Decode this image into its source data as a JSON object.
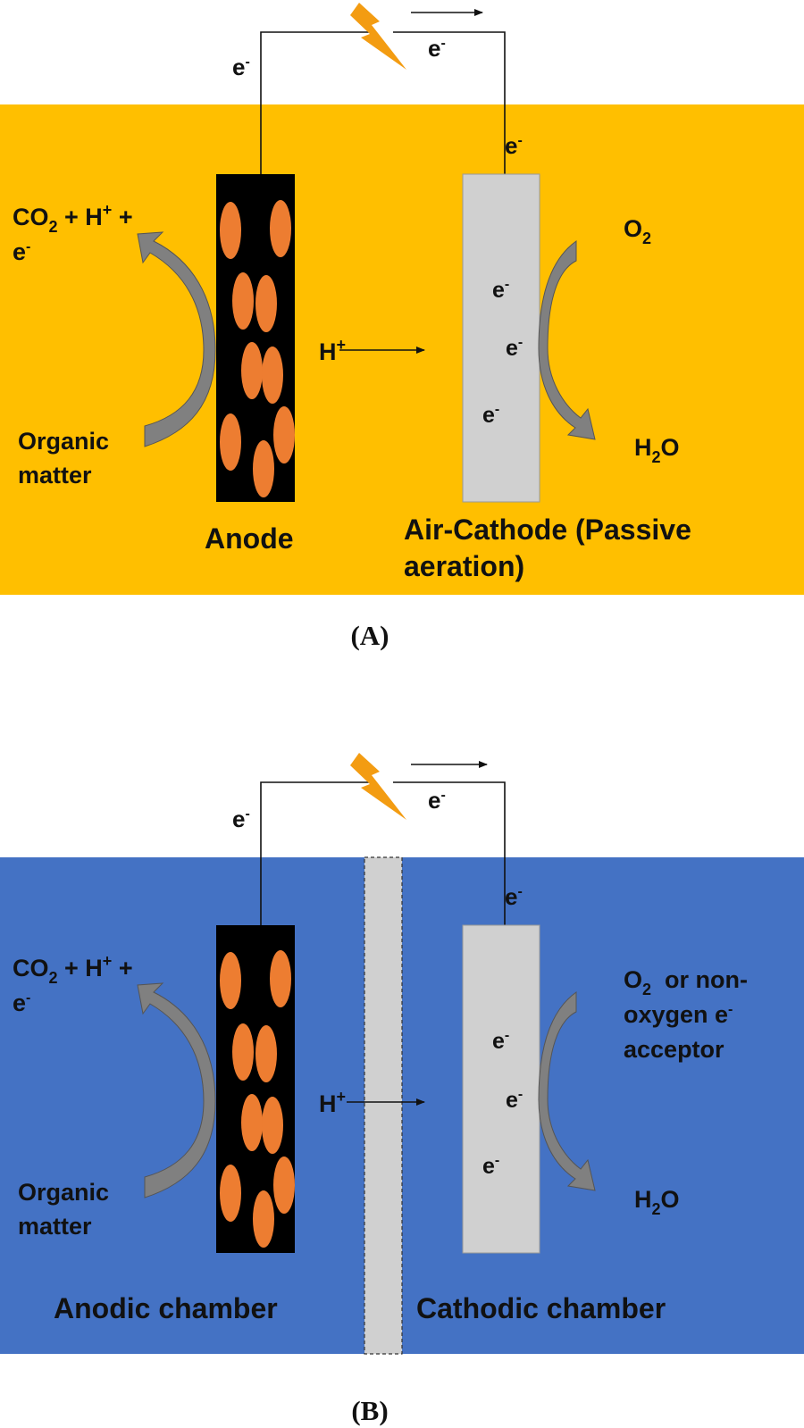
{
  "colors": {
    "panel_a_bg": "#FFBF00",
    "panel_b_bg": "#4472C4",
    "electrode_anode": "#000000",
    "electrode_cathode": "#D0D0D0",
    "bacteria": "#ED7D31",
    "arrow_fill": "#808080",
    "bolt": "#F39C12"
  },
  "icons": {
    "power": "lightning-bolt-icon",
    "bacteria": "ellipse-shape"
  },
  "panel_a": {
    "caption": "(A)",
    "electron_top_left": "e",
    "electron_top_mid": "e",
    "electron_cathode_wire": "e",
    "electron_superscript": "-",
    "products_line1_co2": "CO",
    "products_line1_sub": "2",
    "products_line1_rest": " + H",
    "products_line1_sup": "+",
    "products_line1_end": " +",
    "products_line2": "e",
    "organic_line1": "Organic",
    "organic_line2": "matter",
    "proton": "H",
    "proton_sup": "+",
    "cathode_e1": "e",
    "cathode_e2": "e",
    "cathode_e3": "e",
    "oxygen": "O",
    "oxygen_sub": "2",
    "water_h": "H",
    "water_sub": "2",
    "water_o": "O",
    "anode_label": "Anode",
    "cathode_label_line1": "Air-Cathode (Passive",
    "cathode_label_line2": "aeration)"
  },
  "panel_b": {
    "caption": "(B)",
    "electron_top_left": "e",
    "electron_top_mid": "e",
    "electron_cathode_wire": "e",
    "electron_superscript": "-",
    "products_line1_co2": "CO",
    "products_line1_sub": "2",
    "products_line1_rest": " + H",
    "products_line1_sup": "+",
    "products_line1_end": " +",
    "products_line2": "e",
    "organic_line1": "Organic",
    "organic_line2": "matter",
    "proton": "H",
    "proton_sup": "+",
    "cathode_e1": "e",
    "cathode_e2": "e",
    "cathode_e3": "e",
    "acceptor_o": "O",
    "acceptor_sub": "2",
    "acceptor_rest": "  or non-",
    "acceptor_line2": "oxygen e",
    "acceptor_line3": "acceptor",
    "water_h": "H",
    "water_sub": "2",
    "water_o": "O",
    "anode_label": "Anodic chamber",
    "cathode_label": "Cathodic chamber"
  }
}
